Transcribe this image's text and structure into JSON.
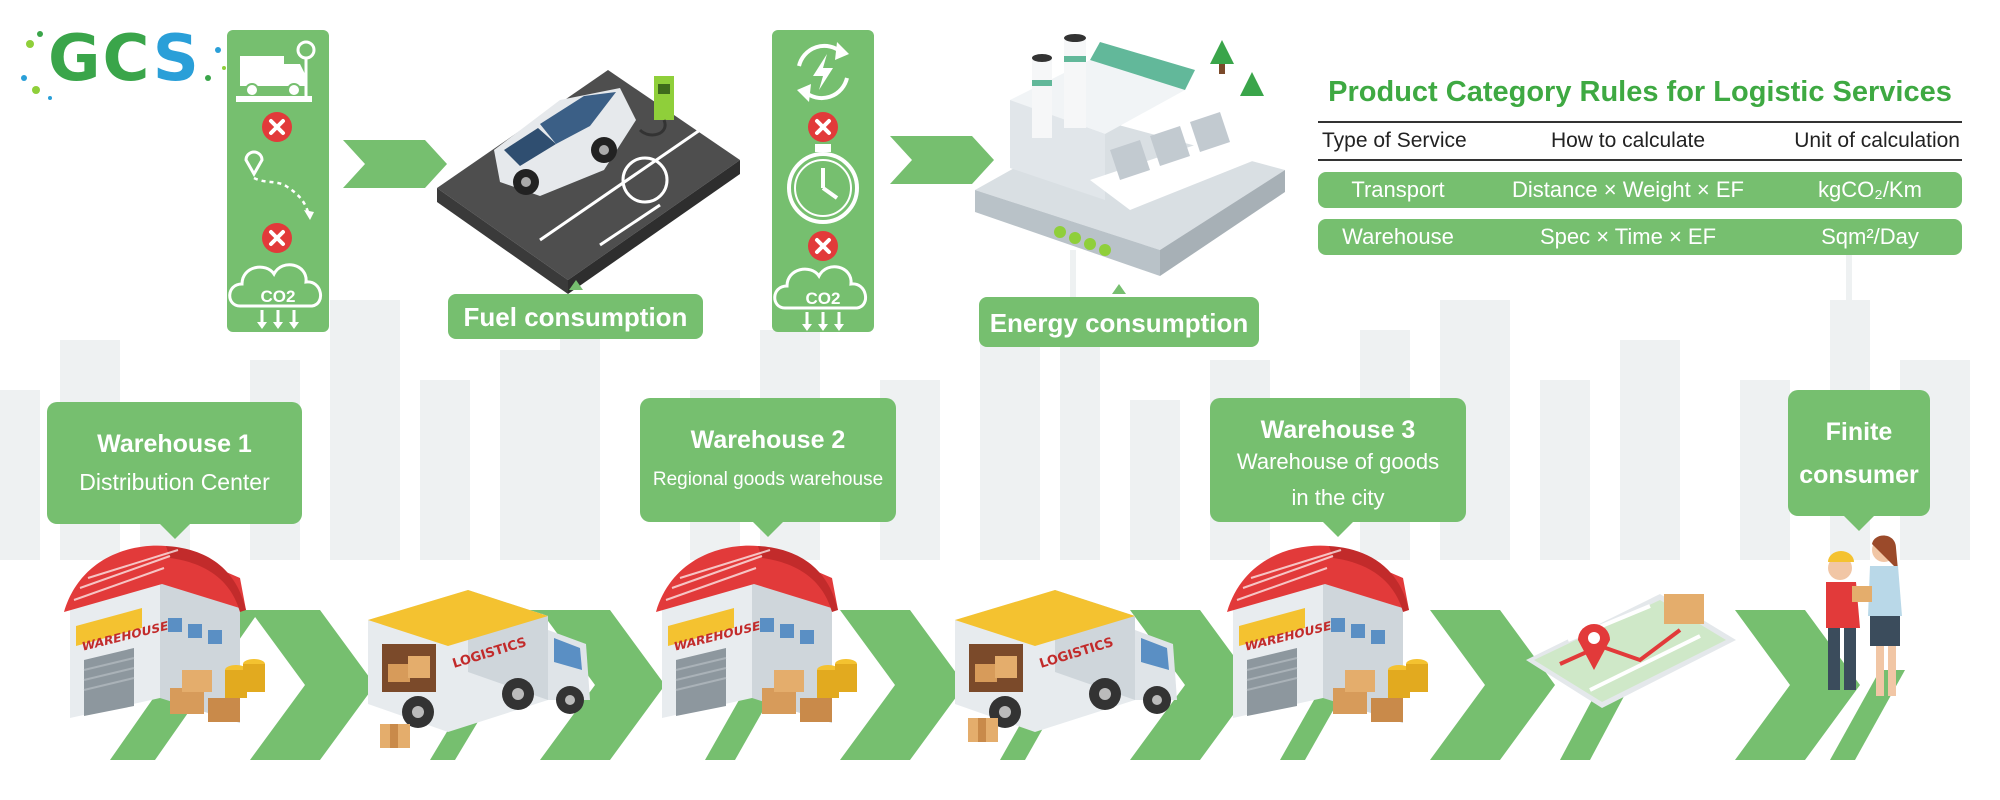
{
  "brand": {
    "logo_text_a": "GC",
    "logo_text_b": "S"
  },
  "colors": {
    "green": "#76bf6f",
    "dark_green": "#3ea942",
    "red": "#e23a3a",
    "yellow": "#f4c230",
    "gray_road": "#4e4e4e"
  },
  "top_flow": {
    "co2_label_1": "CO2",
    "co2_label_2": "CO2",
    "fuel_label": "Fuel consumption",
    "energy_label": "Energy consumption"
  },
  "pcr": {
    "title": "Product Category Rules for Logistic Services",
    "headers": [
      "Type of Service",
      "How to calculate",
      "Unit of calculation"
    ],
    "rows": [
      {
        "service": "Transport",
        "formula": "Distance × Weight × EF",
        "unit": "kgCO₂/Km"
      },
      {
        "service": "Warehouse",
        "formula": "Spec × Time × EF",
        "unit": "Sqm²/Day"
      }
    ]
  },
  "stations": [
    {
      "title": "Warehouse 1",
      "subtitle": "Distribution Center"
    },
    {
      "title": "Warehouse 2",
      "subtitle": "Regional goods warehouse"
    },
    {
      "title": "Warehouse 3",
      "subtitle_1": "Warehouse of goods",
      "subtitle_2": "in the city"
    },
    {
      "title_1": "Finite",
      "title_2": "consumer"
    }
  ],
  "icons": {
    "truck_scale": "truck-scale-icon",
    "route": "route-pin-icon",
    "cross": "red-cross-icon",
    "cloud": "co2-cloud-icon",
    "energy_cycle": "energy-cycle-icon",
    "clock": "clock-icon",
    "car": "car-icon",
    "charger": "ev-charger-icon",
    "factory": "factory-icon",
    "warehouse": "warehouse-icon",
    "van": "delivery-van-icon",
    "map": "map-phone-icon",
    "people": "consumer-people-icon"
  },
  "building_signs": {
    "warehouse": "WAREHOUSE",
    "van": "LOGISTICS"
  }
}
